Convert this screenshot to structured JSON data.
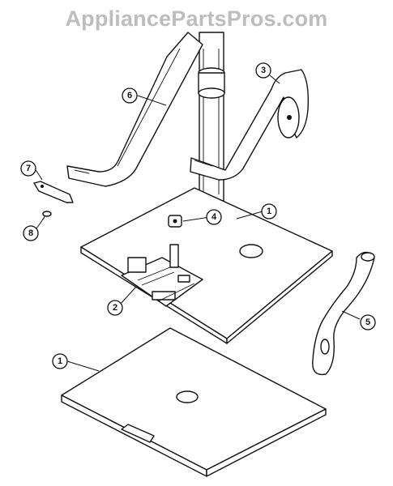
{
  "watermark": "AppliancePartsPros.com",
  "callouts": {
    "c1_top": "1",
    "c1_bottom": "1",
    "c2": "2",
    "c3": "3",
    "c4": "4",
    "c5": "5",
    "c6": "6",
    "c7": "7",
    "c8": "8"
  }
}
